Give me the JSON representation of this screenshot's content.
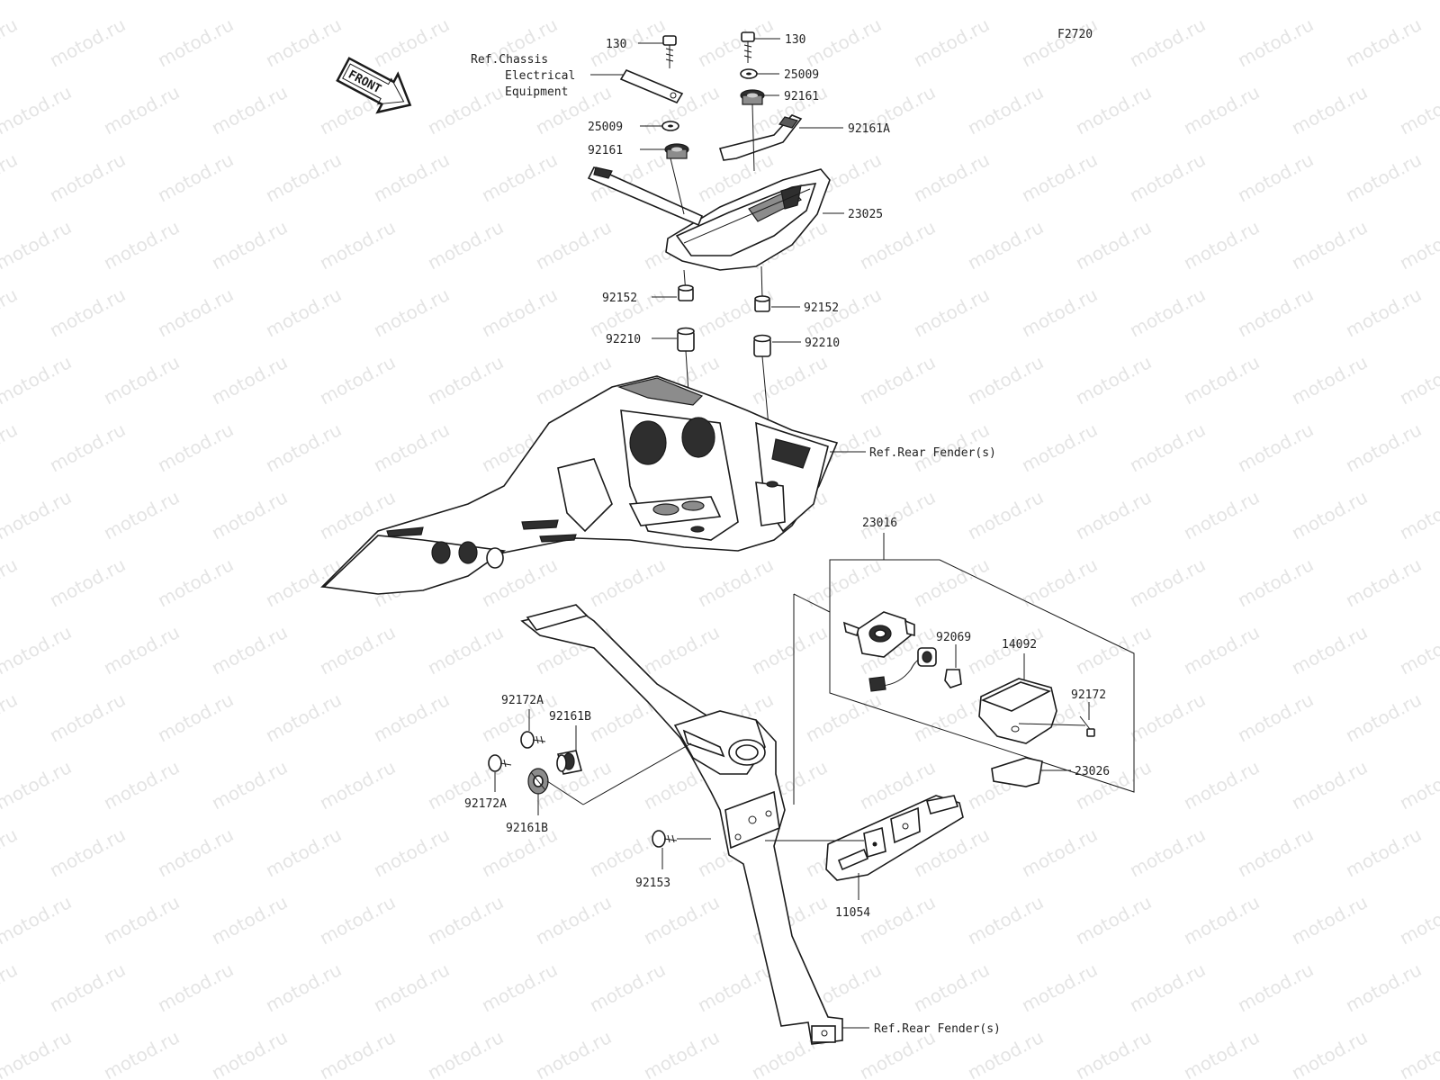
{
  "figure_code": "F2720",
  "front_arrow_label": "FRONT",
  "watermark_text": "motod.ru",
  "colors": {
    "line": "#1a1a1a",
    "shade_dark": "#2e2e2e",
    "shade_mid": "#8c8c8c",
    "watermark": "#cfcfcf"
  },
  "labels": {
    "ref_chassis_1": "Ref.Chassis",
    "ref_chassis_2": "Electrical",
    "ref_chassis_3": "Equipment",
    "p130_left": "130",
    "p130_right": "130",
    "p25009_right": "25009",
    "p92161_right": "92161",
    "p92161a": "92161A",
    "p25009_left": "25009",
    "p92161_left": "92161",
    "p23025": "23025",
    "p92152_left": "92152",
    "p92152_right": "92152",
    "p92210_left": "92210",
    "p92210_right": "92210",
    "ref_rear_fender_top": "Ref.Rear Fender(s)",
    "p23016": "23016",
    "p92069": "92069",
    "p14092": "14092",
    "p92172": "92172",
    "p23026": "23026",
    "p92172a_top": "92172A",
    "p92161b_top": "92161B",
    "p92172a_bottom": "92172A",
    "p92161b_bottom": "92161B",
    "p92153": "92153",
    "p11054": "11054",
    "ref_rear_fender_bottom": "Ref.Rear Fender(s)"
  }
}
